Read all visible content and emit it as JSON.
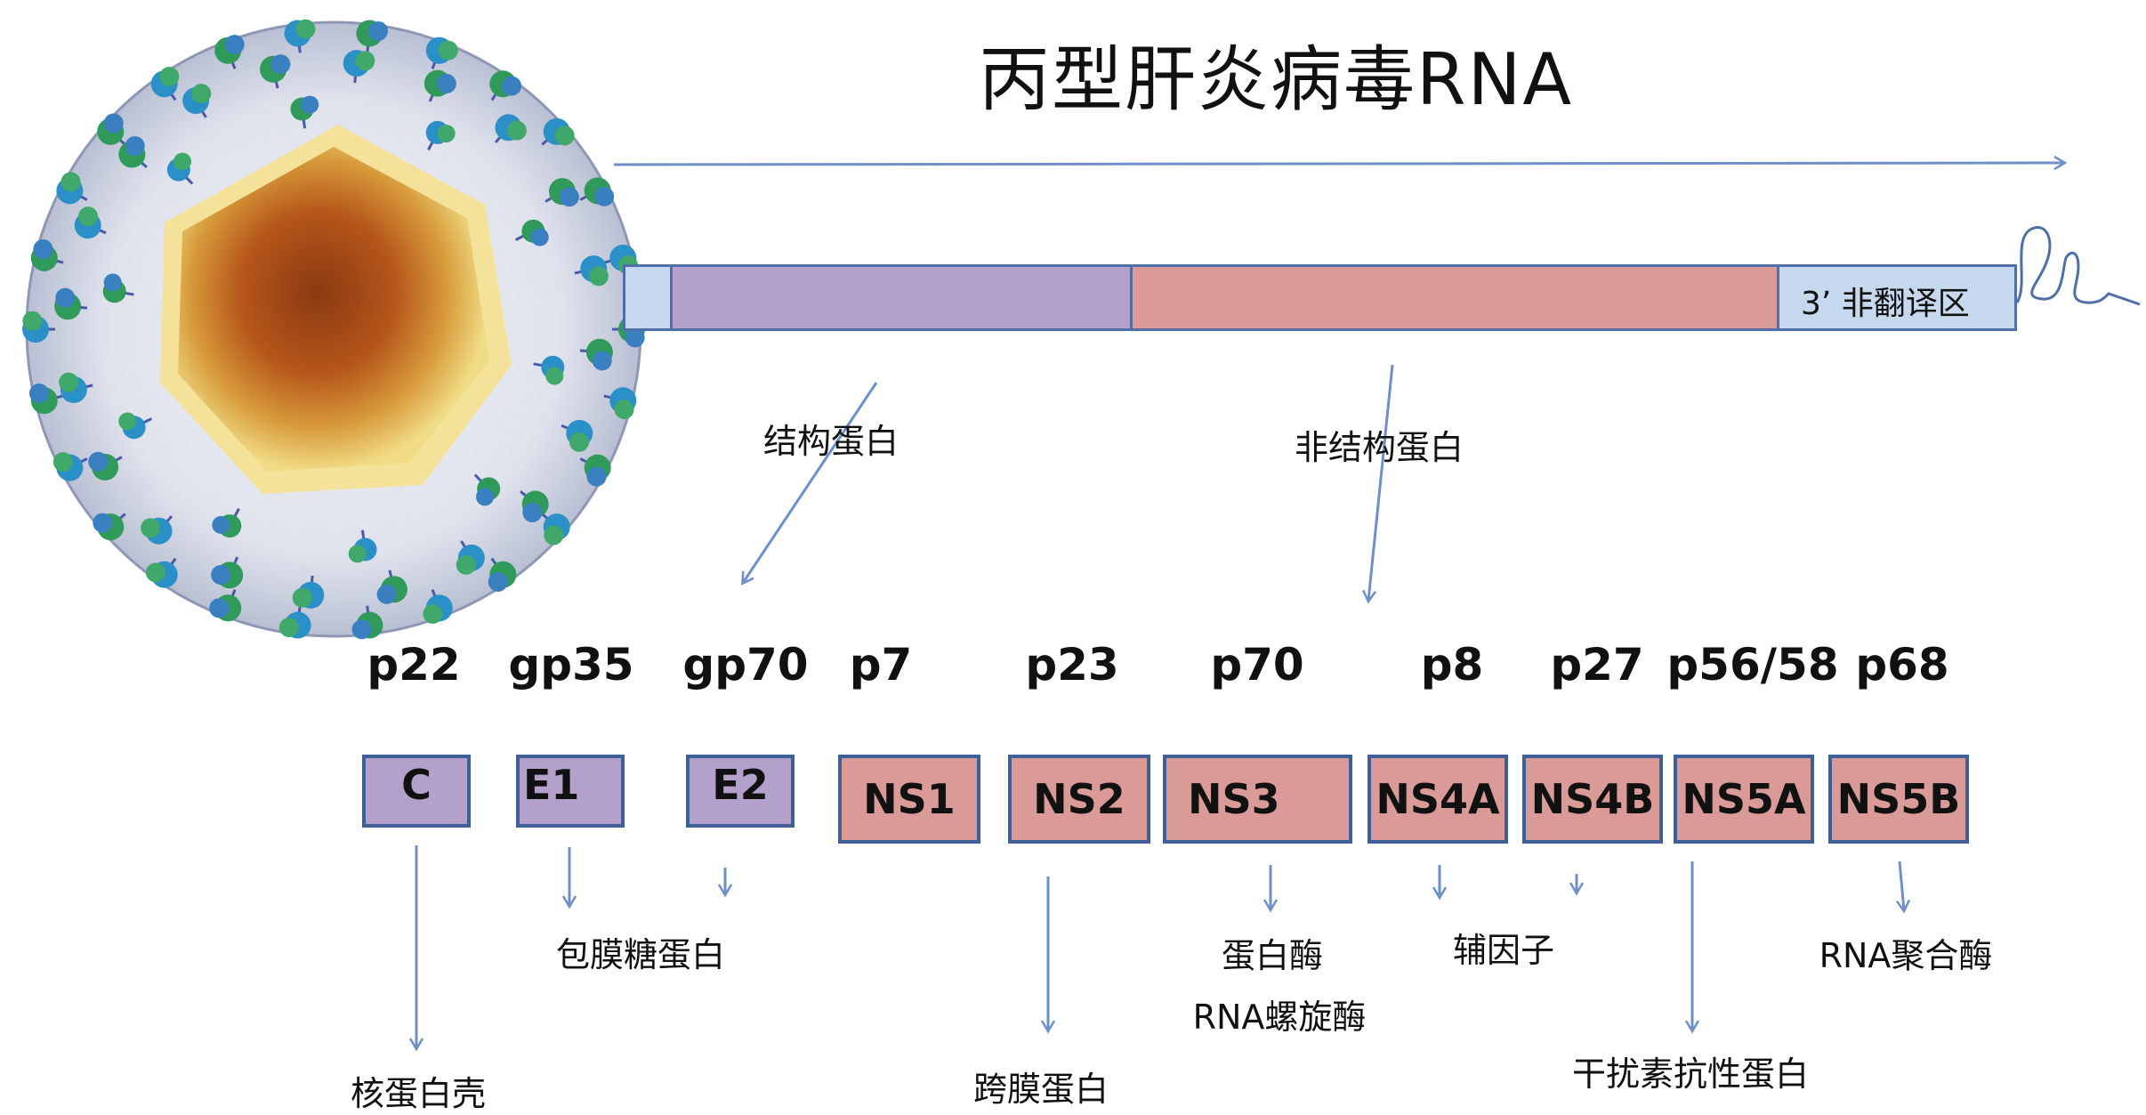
{
  "title": "丙型肝炎病毒RNA",
  "genome": {
    "utr3_label": "3’ 非翻译区",
    "colors": {
      "utr": "#c5d8ee",
      "structural": "#b3a0cb",
      "nonstructural": "#da9a98",
      "outline": "#4f6fa8",
      "arrow": "#6f8fc7"
    }
  },
  "regions": {
    "structural_label": "结构蛋白",
    "nonstructural_label": "非结构蛋白"
  },
  "proteins": [
    {
      "weight": "p22",
      "name": "C",
      "type": "structural"
    },
    {
      "weight": "gp35",
      "name": "E1",
      "type": "structural"
    },
    {
      "weight": "gp70",
      "name": "E2",
      "type": "structural"
    },
    {
      "weight": "p7",
      "name": "NS1",
      "type": "nonstructural"
    },
    {
      "weight": "p23",
      "name": "NS2",
      "type": "nonstructural"
    },
    {
      "weight": "p70",
      "name": "NS3",
      "type": "nonstructural"
    },
    {
      "weight": "p8",
      "name": "NS4A",
      "type": "nonstructural"
    },
    {
      "weight": "p27",
      "name": "NS4B",
      "type": "nonstructural"
    },
    {
      "weight": "p56/58",
      "name": "NS5A",
      "type": "nonstructural"
    },
    {
      "weight": "p68",
      "name": "NS5B",
      "type": "nonstructural"
    }
  ],
  "functions": {
    "core": "核蛋白壳",
    "envelope": "包膜糖蛋白",
    "transmembrane": "跨膜蛋白",
    "protease": "蛋白酶",
    "helicase": "RNA螺旋酶",
    "cofactor": "辅因子",
    "interferon_resistance": "干扰素抗性蛋白",
    "polymerase": "RNA聚合酶"
  },
  "icons": {
    "virion": "hcv-virion-illustration",
    "stem_loop": "rna-stem-loop"
  }
}
